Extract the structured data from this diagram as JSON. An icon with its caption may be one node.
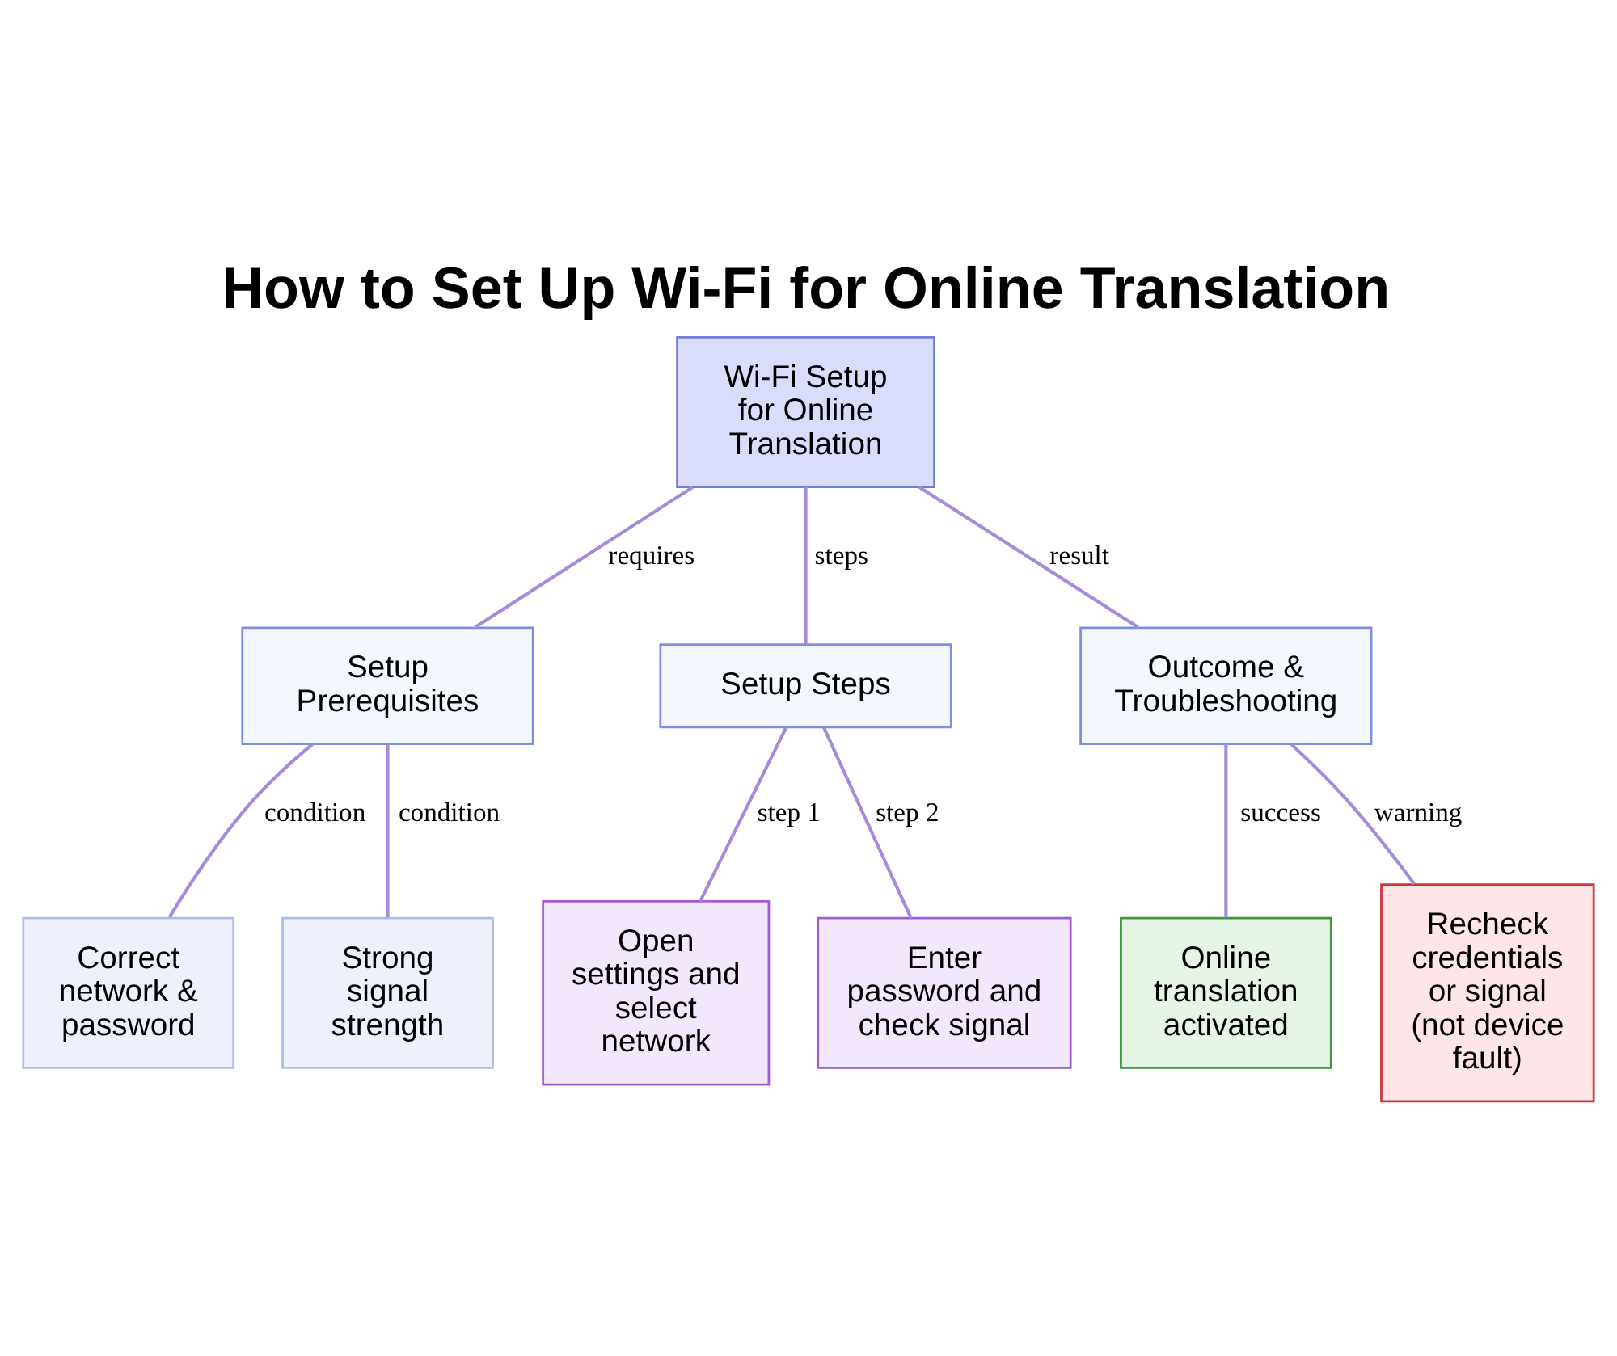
{
  "diagram": {
    "title": "How to Set Up Wi-Fi for Online Translation",
    "nodes": [
      {
        "text": [
          "Wi-Fi Setup for Online Translation"
        ]
      },
      {
        "text": [
          "Setup Prerequisites"
        ]
      },
      {
        "text": [
          "Setup Steps"
        ]
      },
      {
        "text": [
          "Outcome & Troubleshooting"
        ]
      },
      {
        "text": [
          "Correct network & password"
        ]
      },
      {
        "text": [
          "Strong signal strength"
        ]
      },
      {
        "text": [
          "Open settings and select network"
        ]
      },
      {
        "text": [
          "Enter password and check signal"
        ]
      },
      {
        "text": [
          "Online translation activated"
        ]
      },
      {
        "text": [
          "Recheck credentials or signal (not device fault)"
        ]
      }
    ],
    "edges": [
      {
        "from": 0,
        "to": 1,
        "arrow": "none",
        "label": "requires"
      },
      {
        "from": 0,
        "to": 2,
        "arrow": "none",
        "label": "steps"
      },
      {
        "from": 0,
        "to": 3,
        "arrow": "none",
        "label": "result"
      },
      {
        "from": 1,
        "to": 4,
        "arrow": "none",
        "label": "condition"
      },
      {
        "from": 1,
        "to": 5,
        "arrow": "none",
        "label": "condition"
      },
      {
        "from": 2,
        "to": 6,
        "arrow": "none",
        "label": "step 1"
      },
      {
        "from": 2,
        "to": 7,
        "arrow": "none",
        "label": "step 2"
      },
      {
        "from": 3,
        "to": 8,
        "arrow": "none",
        "label": "success"
      },
      {
        "from": 3,
        "to": 9,
        "arrow": "none",
        "label": "warning"
      }
    ]
  }
}
